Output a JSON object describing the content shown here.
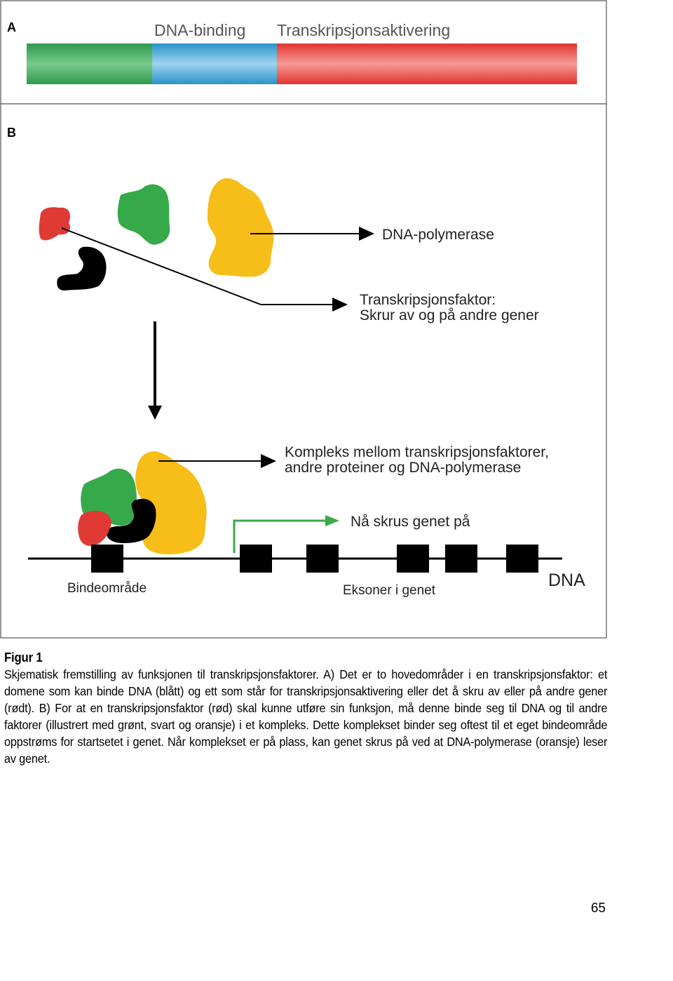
{
  "panel_a": {
    "label": "A",
    "domain_labels": [
      "DNA-binding",
      "Transkripsjonsaktivering"
    ],
    "colors": {
      "green": "#3aa85a",
      "blue": "#35a6d6",
      "red": "#e8403a"
    }
  },
  "panel_b": {
    "label": "B",
    "label_polymerase": "DNA-polymerase",
    "label_tf_line1": "Transkripsjonsfaktor:",
    "label_tf_line2": "Skrur av og på andre gener",
    "label_complex_line1": "Kompleks mellom transkripsjonsfaktorer,",
    "label_complex_line2": "andre proteiner og DNA-polymerase",
    "label_gene_on": "Nå skrus genet på",
    "label_binding_region": "Bindeområde",
    "label_exons": "Eksoner i genet",
    "label_dna": "DNA",
    "colors": {
      "red": "#e03a35",
      "green": "#36aa4a",
      "black": "#000000",
      "orange": "#f7bd18",
      "arrow_green": "#3aaa4a"
    }
  },
  "caption": {
    "title": "Figur 1",
    "body": "Skjematisk fremstilling av funksjonen til transkripsjonsfaktorer. A) Det er to hovedområder i en transkripsjonsfaktor: et domene som kan binde DNA (blått) og ett som står for transkripsjonsaktivering eller det å skru av eller på andre gener (rødt). B) For at en transkripsjonsfaktor (rød) skal kunne utføre sin funksjon, må denne binde seg til DNA og til andre faktorer (illustrert med grønt, svart og oransje) i et kompleks. Dette komplekset binder seg oftest til et eget bindeområde oppstrøms for startsetet i genet. Når komplekset er på plass, kan genet skrus på ved at DNA-polymerase (oransje) leser av genet."
  },
  "page_number": "65"
}
